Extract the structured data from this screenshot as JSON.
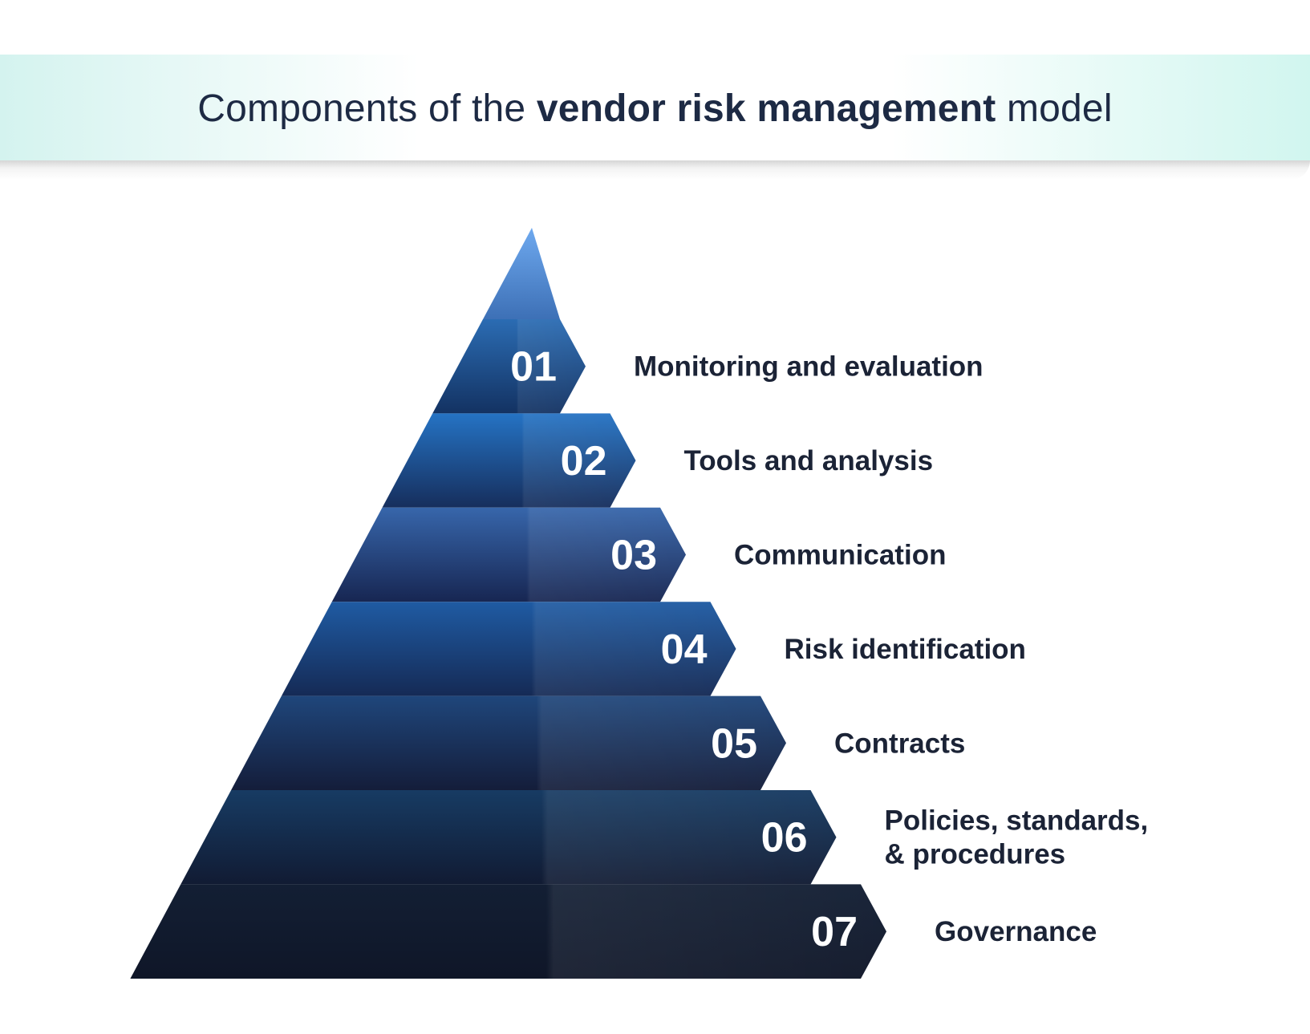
{
  "header": {
    "title_pre": "Components of the ",
    "title_bold": "vendor risk management",
    "title_post": " model"
  },
  "pyramid": {
    "tiers": [
      {
        "number": "01",
        "label_lines": [
          "Monitoring and evaluation"
        ],
        "color_top": "#2b6cb3",
        "color_bottom": "#133262"
      },
      {
        "number": "02",
        "label_lines": [
          "Tools and analysis"
        ],
        "color_top": "#2573c4",
        "color_bottom": "#162e5c"
      },
      {
        "number": "03",
        "label_lines": [
          "Communication"
        ],
        "color_top": "#3766ab",
        "color_bottom": "#172652"
      },
      {
        "number": "04",
        "label_lines": [
          "Risk identification"
        ],
        "color_top": "#1f5ba3",
        "color_bottom": "#152a55"
      },
      {
        "number": "05",
        "label_lines": [
          "Contracts"
        ],
        "color_top": "#1f467b",
        "color_bottom": "#141d3a"
      },
      {
        "number": "06",
        "label_lines": [
          "Policies, standards,",
          "& procedures"
        ],
        "color_top": "#173b63",
        "color_bottom": "#111b33"
      },
      {
        "number": "07",
        "label_lines": [
          "Governance"
        ],
        "color_top": "#131f34",
        "color_bottom": "#0f1628"
      }
    ],
    "apex": {
      "color_top": "#6ea9ef",
      "color_bottom": "#3d70b6"
    }
  }
}
